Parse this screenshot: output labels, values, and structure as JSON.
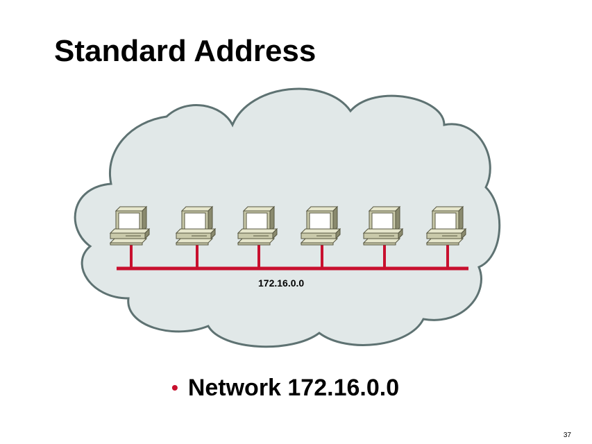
{
  "slide": {
    "title": "Standard Address",
    "page_number": "37"
  },
  "diagram": {
    "network_label": "172.16.0.0",
    "computers": [
      {
        "icon": "computer-icon"
      },
      {
        "icon": "computer-icon"
      },
      {
        "icon": "computer-icon"
      },
      {
        "icon": "computer-icon"
      },
      {
        "icon": "computer-icon"
      },
      {
        "icon": "computer-icon"
      }
    ],
    "colors": {
      "cloud_fill": "#e1e8e8",
      "cloud_stroke": "#5e7272",
      "bus_line": "#c8102e",
      "computer_body": "#c9c9aa",
      "computer_dark": "#8a8a6e"
    }
  },
  "bullets": [
    {
      "text": "Network 172.16.0.0"
    }
  ]
}
